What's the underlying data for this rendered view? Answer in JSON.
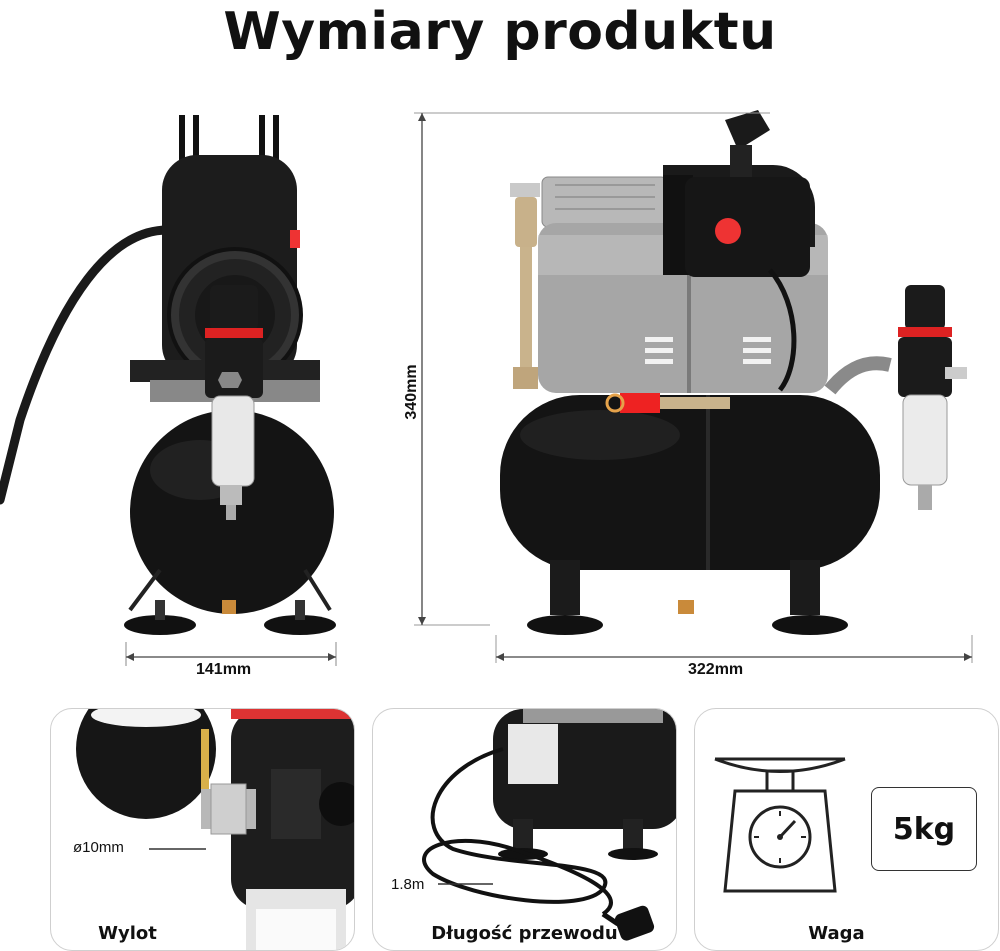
{
  "title": "Wymiary produktu",
  "dimensions": {
    "height": "340mm",
    "side_width": "141mm",
    "front_width": "322mm"
  },
  "panels": [
    {
      "caption": "Wylot",
      "note": "ø10mm"
    },
    {
      "caption": "Długość przewodu",
      "note": "1.8m"
    },
    {
      "caption": "Waga",
      "badge": "5kg"
    }
  ]
}
